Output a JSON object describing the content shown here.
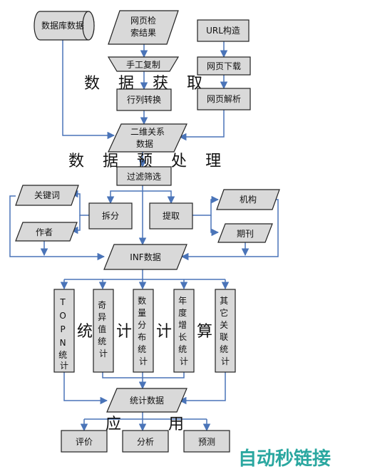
{
  "nodes": {
    "database": "数据库数据",
    "web_search_line1": "网页检",
    "web_search_line2": "索结果",
    "url_build": "URL构造",
    "manual_copy": "手工复制",
    "web_download": "网页下载",
    "row_col_convert": "行列转换",
    "web_parse": "网页解析",
    "two_dim_line1": "二维关系",
    "two_dim_line2": "数据",
    "filter": "过滤筛选",
    "keyword": "关键词",
    "author": "作者",
    "split": "拆分",
    "extract": "提取",
    "institution": "机构",
    "journal": "期刊",
    "inf_data": "INF数据",
    "topn": [
      "T",
      "O",
      "P",
      "N",
      "统",
      "计"
    ],
    "odd_value": [
      "奇",
      "异",
      "值",
      "统",
      "计"
    ],
    "quantity": [
      "数",
      "量",
      "分",
      "布",
      "统",
      "计"
    ],
    "annual": [
      "年",
      "度",
      "增",
      "长",
      "统",
      "计"
    ],
    "other": [
      "其",
      "它",
      "关",
      "联",
      "统",
      "计"
    ],
    "stat_data": "统计数据",
    "evaluation": "评价",
    "analysis": "分析",
    "prediction": "预测"
  },
  "stages": {
    "acquire": [
      "数",
      "据",
      "获",
      "取"
    ],
    "preprocess": [
      "数",
      "据",
      "预",
      "处",
      "理"
    ],
    "stats": [
      "统",
      "计",
      "计",
      "算"
    ],
    "apply": [
      "应",
      "用"
    ]
  },
  "watermark": "自动秒链接",
  "colors": {
    "edge": "#4a74b8",
    "node_fill": "#d9d9d9",
    "watermark": "#2aa7a0"
  }
}
